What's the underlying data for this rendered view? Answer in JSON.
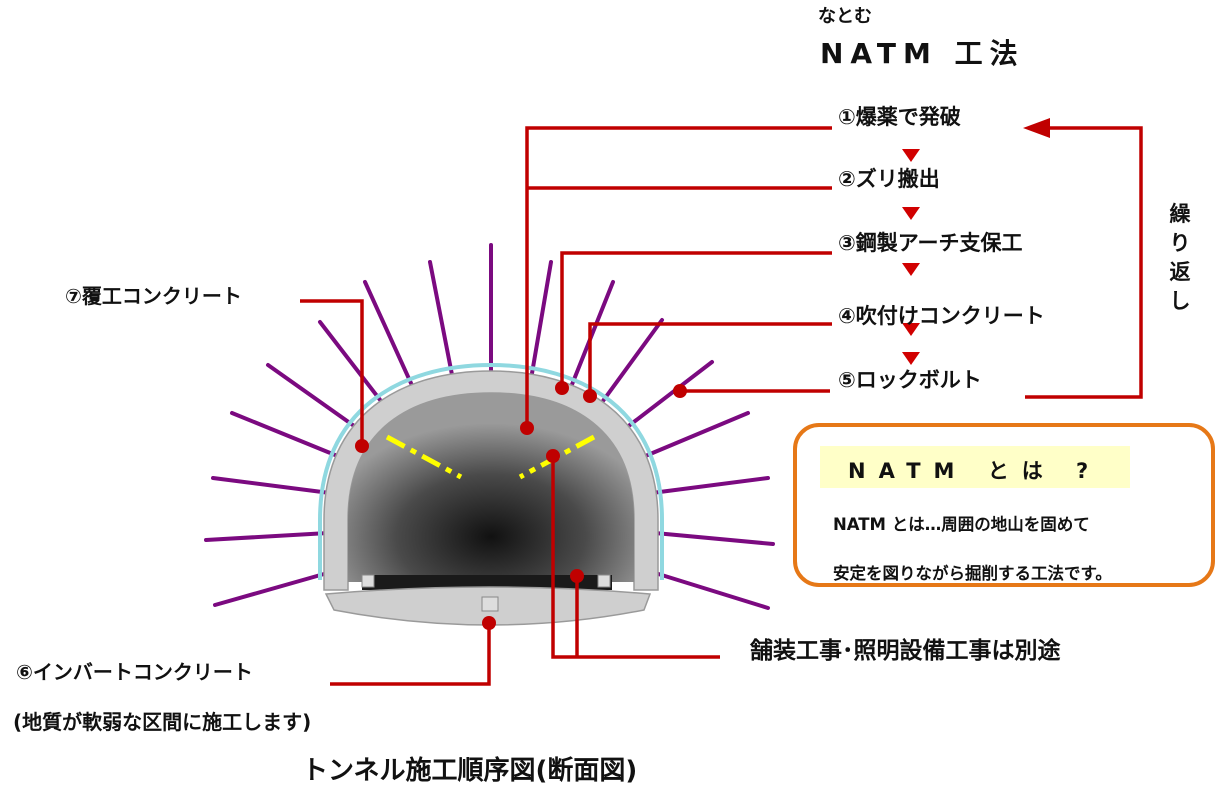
{
  "title": {
    "ruby": "なとむ",
    "main": "NATM 工法"
  },
  "steps": [
    {
      "label": "①爆薬で発破"
    },
    {
      "label": "②ズリ搬出"
    },
    {
      "label": "③鋼製アーチ支保工"
    },
    {
      "label": "④吹付けコンクリート"
    },
    {
      "label": "⑤ロックボルト"
    }
  ],
  "repeat_label": "繰り返し",
  "left_labels": {
    "lining": "⑦覆工コンクリート",
    "invert": "⑥インバートコンクリート",
    "invert_note": "(地質が軟弱な区間に施工します)"
  },
  "paving_note": "舗装工事･照明設備工事は別途",
  "info": {
    "heading": "NATM とは ?",
    "line1": "NATM とは…周囲の地山を固めて",
    "line2": "安定を図りながら掘削する工法です。"
  },
  "caption": "トンネル施工順序図(断面図)",
  "colors": {
    "leader_line": "#c00000",
    "rock_bolt": "#7b0a80",
    "info_border": "#e67817",
    "info_heading_bg": "#ffffc8",
    "steel_arch_dash": "#ffff00",
    "shotcrete_edge": "#8fd8e0"
  }
}
